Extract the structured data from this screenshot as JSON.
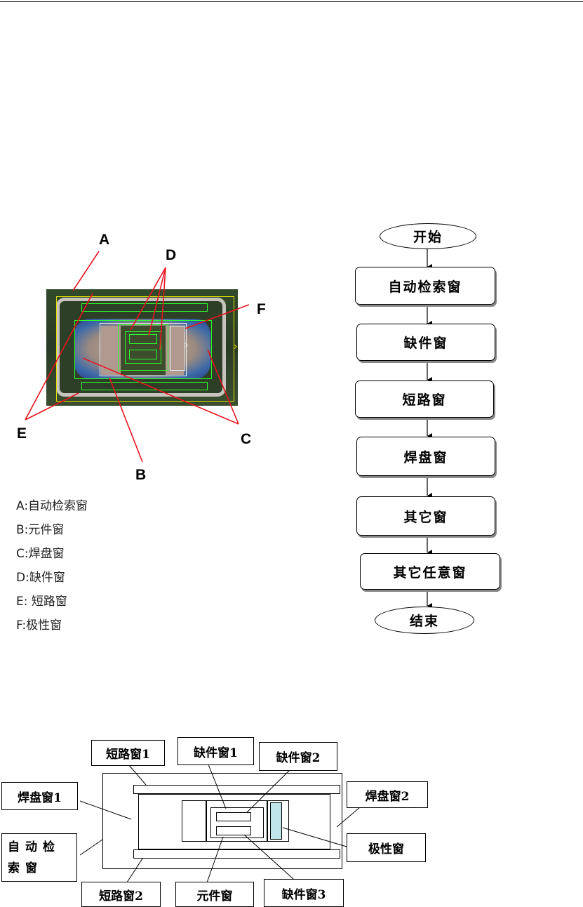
{
  "photo_callouts": {
    "a": "A",
    "b": "B",
    "c": "C",
    "d": "D",
    "e": "E",
    "f": "F"
  },
  "legend": [
    "A:自动检索窗",
    "B:元件窗",
    "C:焊盘窗",
    "D:缺件窗",
    "E: 短路窗",
    "F:极性窗"
  ],
  "flowchart": {
    "start": "开始",
    "steps": [
      "自动检索窗",
      "缺件窗",
      "短路窗",
      "焊盘窗",
      "其它窗",
      "其它任意窗"
    ],
    "end": "结束"
  },
  "layout_labels": {
    "short_1": "短路窗1",
    "missing_1": "缺件窗1",
    "missing_2": "缺件窗2",
    "pad_1": "焊盘窗1",
    "pad_2": "焊盘窗2",
    "auto_search_line1": "自动检",
    "auto_search_line2": "索窗",
    "polarity": "极性窗",
    "short_2": "短路窗2",
    "component": "元件窗",
    "missing_3": "缺件窗3"
  },
  "colors": {
    "window_red": "#e8141e",
    "window_green": "#2cff2c",
    "window_yellow": "#e4e000",
    "polarity_fill": "#bfe6ea"
  }
}
